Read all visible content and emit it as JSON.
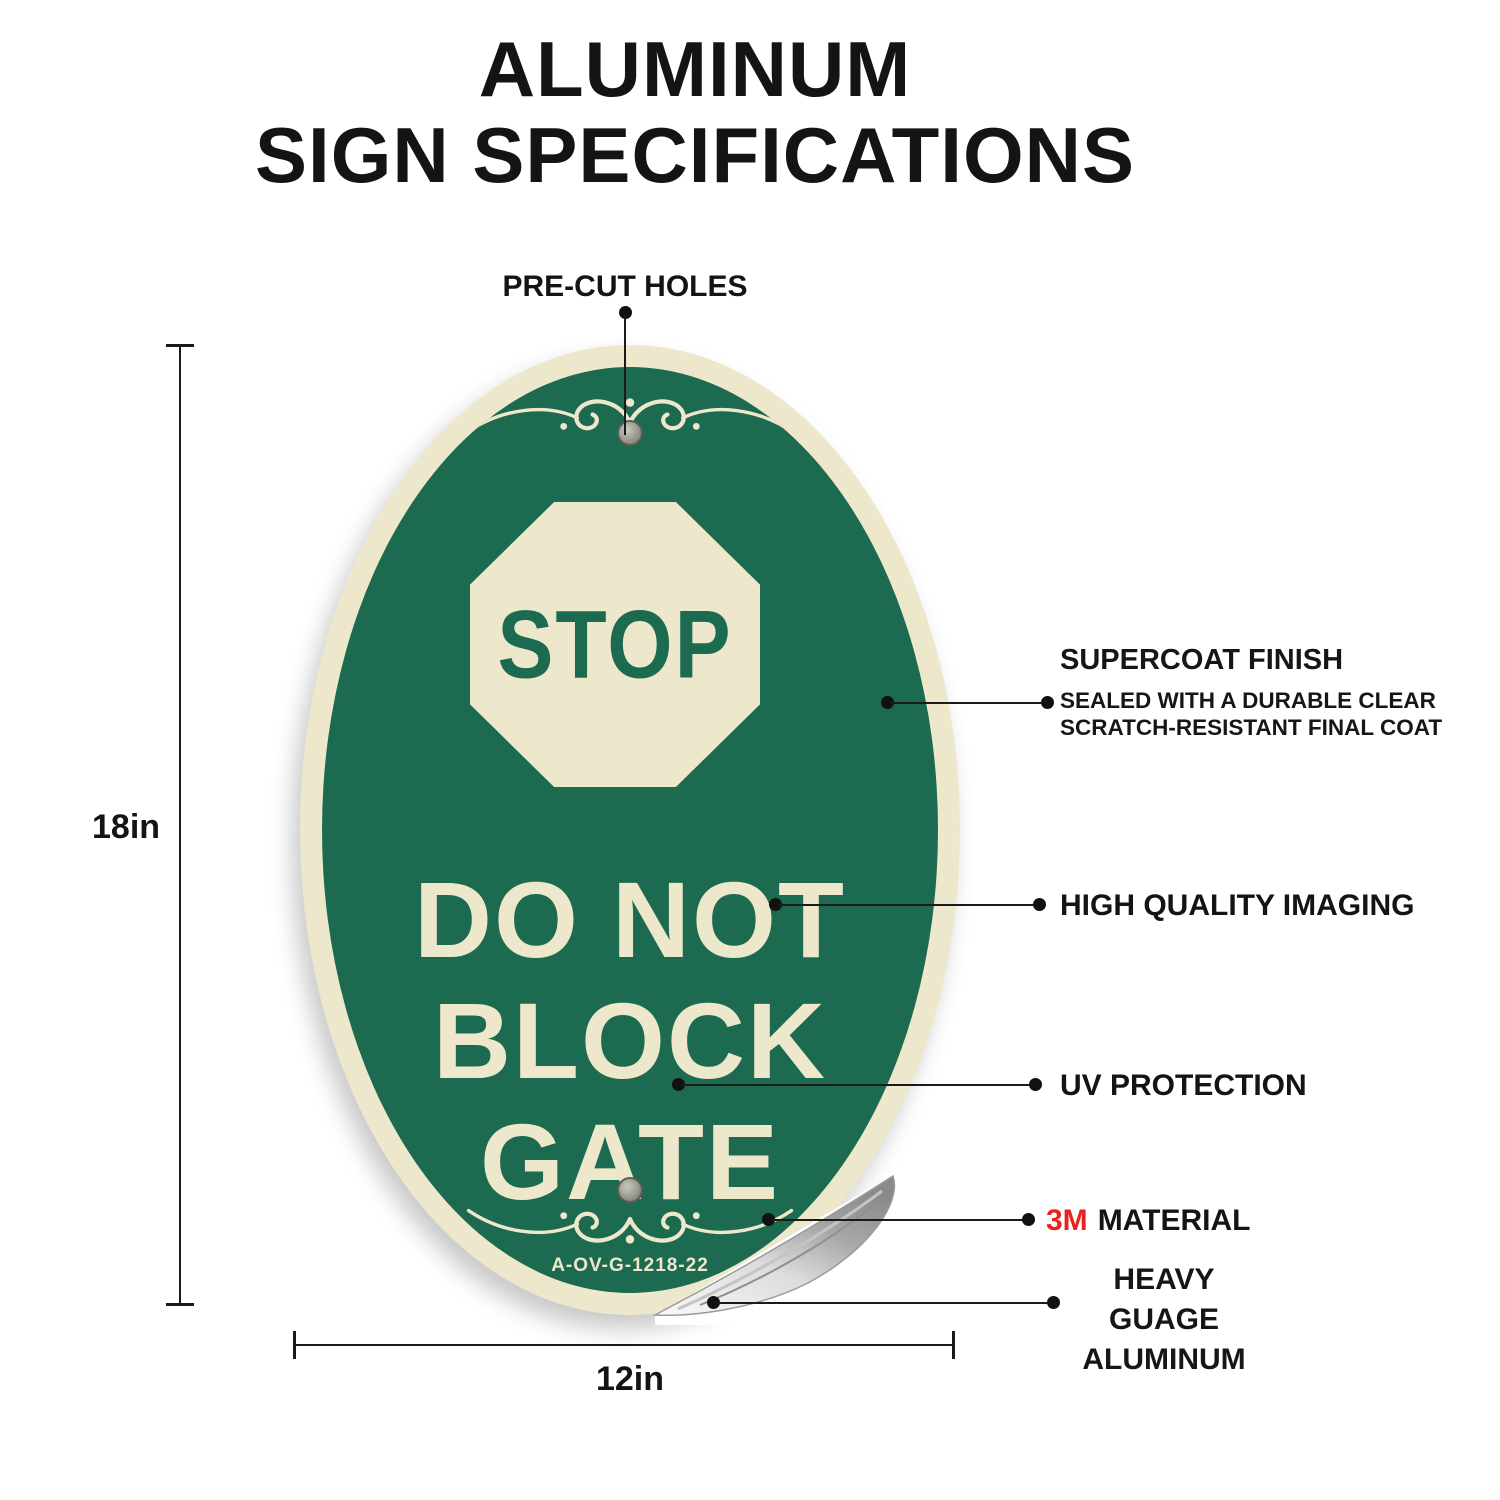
{
  "title": {
    "line1": "ALUMINUM",
    "line2": "SIGN SPECIFICATIONS"
  },
  "sign": {
    "stop_label": "STOP",
    "message_lines": [
      "DO NOT",
      "BLOCK",
      "GATE"
    ],
    "model_number": "A-OV-G-1218-22",
    "colors": {
      "green": "#1C6A4F",
      "cream": "#EDE8CC",
      "hole_gray": "#8F8F85"
    }
  },
  "dimensions": {
    "height_label": "18in",
    "width_label": "12in"
  },
  "callouts": {
    "precut_holes": {
      "label": "PRE-CUT HOLES"
    },
    "supercoat": {
      "label": "SUPERCOAT FINISH",
      "sub_line1": "SEALED WITH A DURABLE CLEAR",
      "sub_line2": "SCRATCH-RESISTANT FINAL COAT"
    },
    "imaging": {
      "label": "HIGH QUALITY IMAGING"
    },
    "uv": {
      "label": "UV PROTECTION"
    },
    "material": {
      "brand": "3M",
      "label": "MATERIAL",
      "brand_color": "#E8231F"
    },
    "aluminum": {
      "line1": "HEAVY GUAGE",
      "line2": "ALUMINUM"
    }
  }
}
